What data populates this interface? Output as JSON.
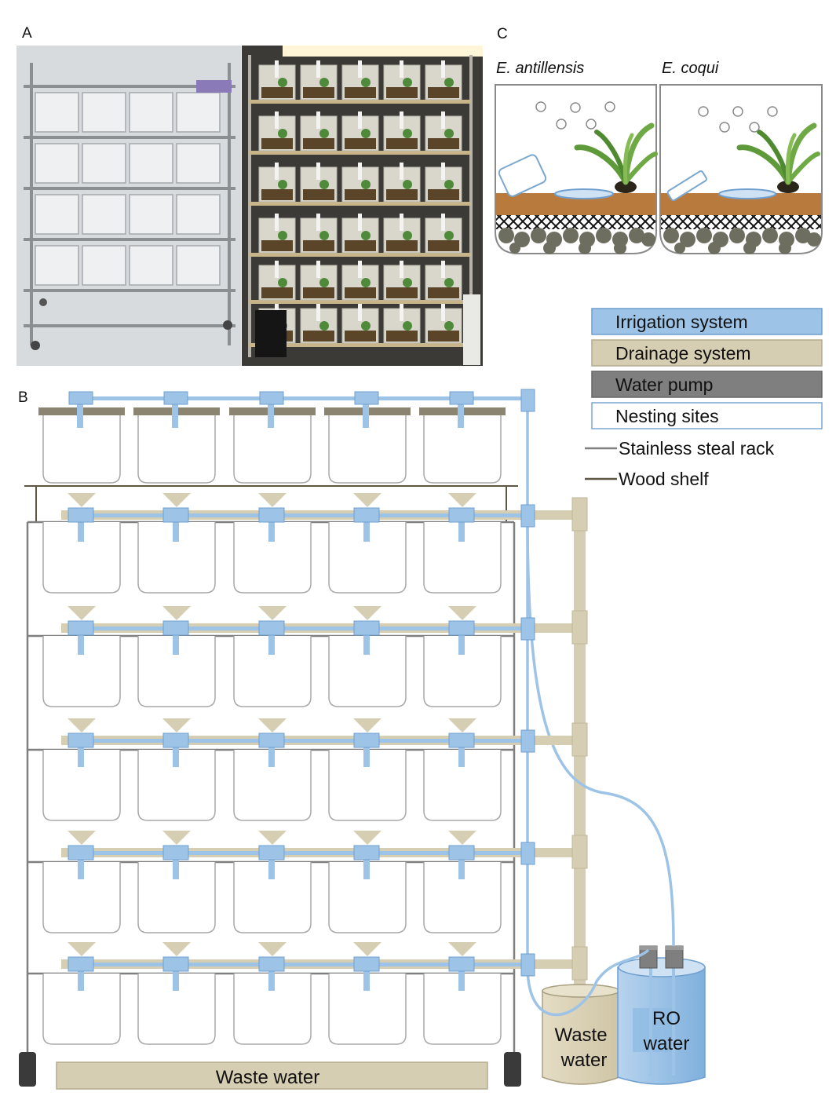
{
  "panels": {
    "a": "A",
    "b": "B",
    "c": "C"
  },
  "panel_c": {
    "left_species": "E. antillensis",
    "right_species": "E. coqui"
  },
  "legend": {
    "irrigation": "Irrigation system",
    "drainage": "Drainage system",
    "pump": "Water pump",
    "nesting": "Nesting sites",
    "rack": "Stainless steal rack",
    "shelf": "Wood shelf"
  },
  "diagram": {
    "waste_water_tray": "Waste water",
    "waste_water_bucket_line1": "Waste",
    "waste_water_bucket_line2": "water",
    "ro_water_line1": "RO",
    "ro_water_line2": "water"
  },
  "colors": {
    "irrigation": "#9dc3e6",
    "irrigation_edge": "#6f9fcf",
    "drainage": "#d6ceb2",
    "pump": "#7f7f7f",
    "nesting_border": "#7aa7cf",
    "rack": "#7f7f7f",
    "shelf": "#5c5642",
    "soil": "#b97a3e",
    "pebble": "#6e6e60",
    "plant": "#5f9a3a"
  }
}
